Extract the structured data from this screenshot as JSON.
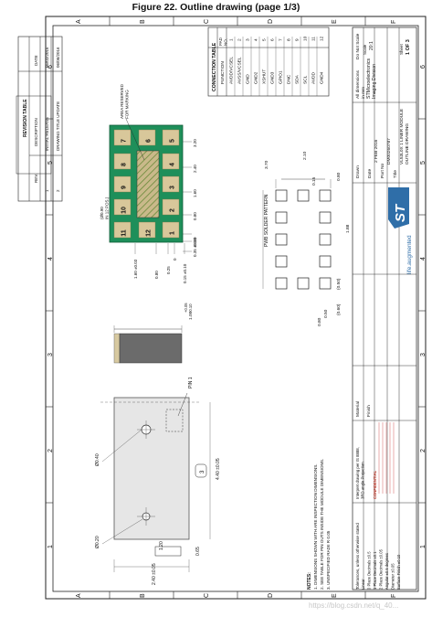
{
  "page_title": "Figure 22. Outline drawing (page 1/3)",
  "colors": {
    "pad": "#d8c79a",
    "pad_hatched": "#c9b98a",
    "pcb": "#1e8f5a",
    "side_top": "#d7c9a0",
    "side_body": "#6b6b6b",
    "logo_blue": "#2f6ea8"
  },
  "border_letters": [
    "A",
    "B",
    "C",
    "D",
    "E",
    "F"
  ],
  "border_numbers": [
    "1",
    "2",
    "3",
    "4",
    "5",
    "6"
  ],
  "revision_table": {
    "title": "REVISION TABLE",
    "headers": [
      "REV.",
      "DESCRIPTION",
      "DATE"
    ],
    "rows": [
      [
        "1",
        "INITIAL RELEASE",
        "05/02/2016"
      ],
      [
        "2",
        "DRAWING TITLE UPDATE",
        "06/06/2016"
      ]
    ]
  },
  "connection_table": {
    "title": "CONNECTION TABLE",
    "headers": [
      "PAD NO.",
      "FUNCTION"
    ],
    "rows": [
      [
        "1",
        "AVDD/VCSEL"
      ],
      [
        "2",
        "AVSS/VCSEL"
      ],
      [
        "3",
        "GND"
      ],
      [
        "4",
        "GND2"
      ],
      [
        "5",
        "XSHUT"
      ],
      [
        "6",
        "GND3"
      ],
      [
        "7",
        "GPIO1"
      ],
      [
        "8",
        "DNC"
      ],
      [
        "9",
        "SDA"
      ],
      [
        "10",
        "SCL"
      ],
      [
        "11",
        "AVDD"
      ],
      [
        "12",
        "GND4"
      ]
    ]
  },
  "pads": [
    {
      "no": "7"
    },
    {
      "no": "6"
    },
    {
      "no": "5"
    },
    {
      "no": "8"
    },
    {
      "no": "4"
    },
    {
      "no": "9"
    },
    {
      "no": "3"
    },
    {
      "no": "10"
    },
    {
      "no": "2"
    },
    {
      "no": "11"
    },
    {
      "no": "12"
    },
    {
      "no": "1"
    }
  ],
  "bottom_view_labels": {
    "reserved": "AREA RESERVED\nFOR MARKING",
    "dim_320": "3.20",
    "dim_240": "2.40",
    "dim_160": "1.60",
    "dim_080": "0.80",
    "dim_0": "0",
    "dim_008": "0.08",
    "dim_035": "0.35 ±0.10",
    "pads_label": "(Ø0.90\nIN 12 POS.)",
    "dim_b_160": "1.60 ±0.03",
    "dim_b_080": "0.80",
    "dim_b_025": "0.25",
    "dim_b_0": "0",
    "dim_b_015": "0.15 ±0.10"
  },
  "pcb_pattern": {
    "label": "PWB SOLDER PATTERN",
    "dim_210": "2.10",
    "dim_015": "0.15",
    "dim_080": "0.80",
    "dim_370": "3.70",
    "dim_188": "1.88",
    "dim_050": "(0.50)",
    "dim_060": "(0.60)",
    "dim_b_050": "0.50",
    "dim_b_080": "0.80"
  },
  "side_view": {
    "dim_100": "1.00",
    "dim_tol": "+0.05\n-0.10"
  },
  "top_view": {
    "pin1": "PIN 1",
    "d_040": "Ø0.40",
    "d_020": "Ø0.20",
    "dim_3": "3",
    "dim_440": "4.40 ±0.05",
    "dim_065": "0.65",
    "dim_120": "1.20",
    "dim_240": "2.40 ±0.05"
  },
  "notes": {
    "title": "NOTES:",
    "lines": [
      "1.  DIMENSIONS SHOWN WITH         ARE INSPECTION DIMENSIONS.",
      "2.  SEE TABLE FOR PIN OUTS INSIDE THE MODULE DIMENSIONS.",
      "3.  UNSPECIFIED RADII R 0.05"
    ]
  },
  "title_block": {
    "tolerances": "Tolerances, unless otherwise stated",
    "tol_lines": [
      "Linear",
      "0 Place Decimals ±0.5",
      "1 Place Decimals ±0.1",
      "2 Place Decimals ±0.05",
      "Angular ±0.5 degrees",
      "Diameter ±0.05",
      "Surface Finish  ±0.10"
    ],
    "material": "Material",
    "finish": "Finish",
    "interpret": "Interpret drawing per IS 8888,\n3RD angle Projection",
    "confidential": "CONFIDENTIAL",
    "company": "STMicroelectronics\nImaging Division",
    "all_dims": "All dimensions\nin mm",
    "do_not_scale": "Do Not Scale",
    "scale_label": "Scale",
    "scale": "20:1",
    "drawn": "Drawn",
    "date_label": "Date",
    "date": "2 FEB 2016",
    "part_no_label": "Part No",
    "part_no": "DM00260787",
    "title_label": "Title",
    "title_text": "VL53L0X 1 LINER MODULE\nOUTLINE DRAWING",
    "sheet_label": "Sheet",
    "sheet": "1 OF 3",
    "brand": "life.augmented",
    "logo_text": "ST"
  },
  "watermark": "https://blog.csdn.net/q_40..."
}
